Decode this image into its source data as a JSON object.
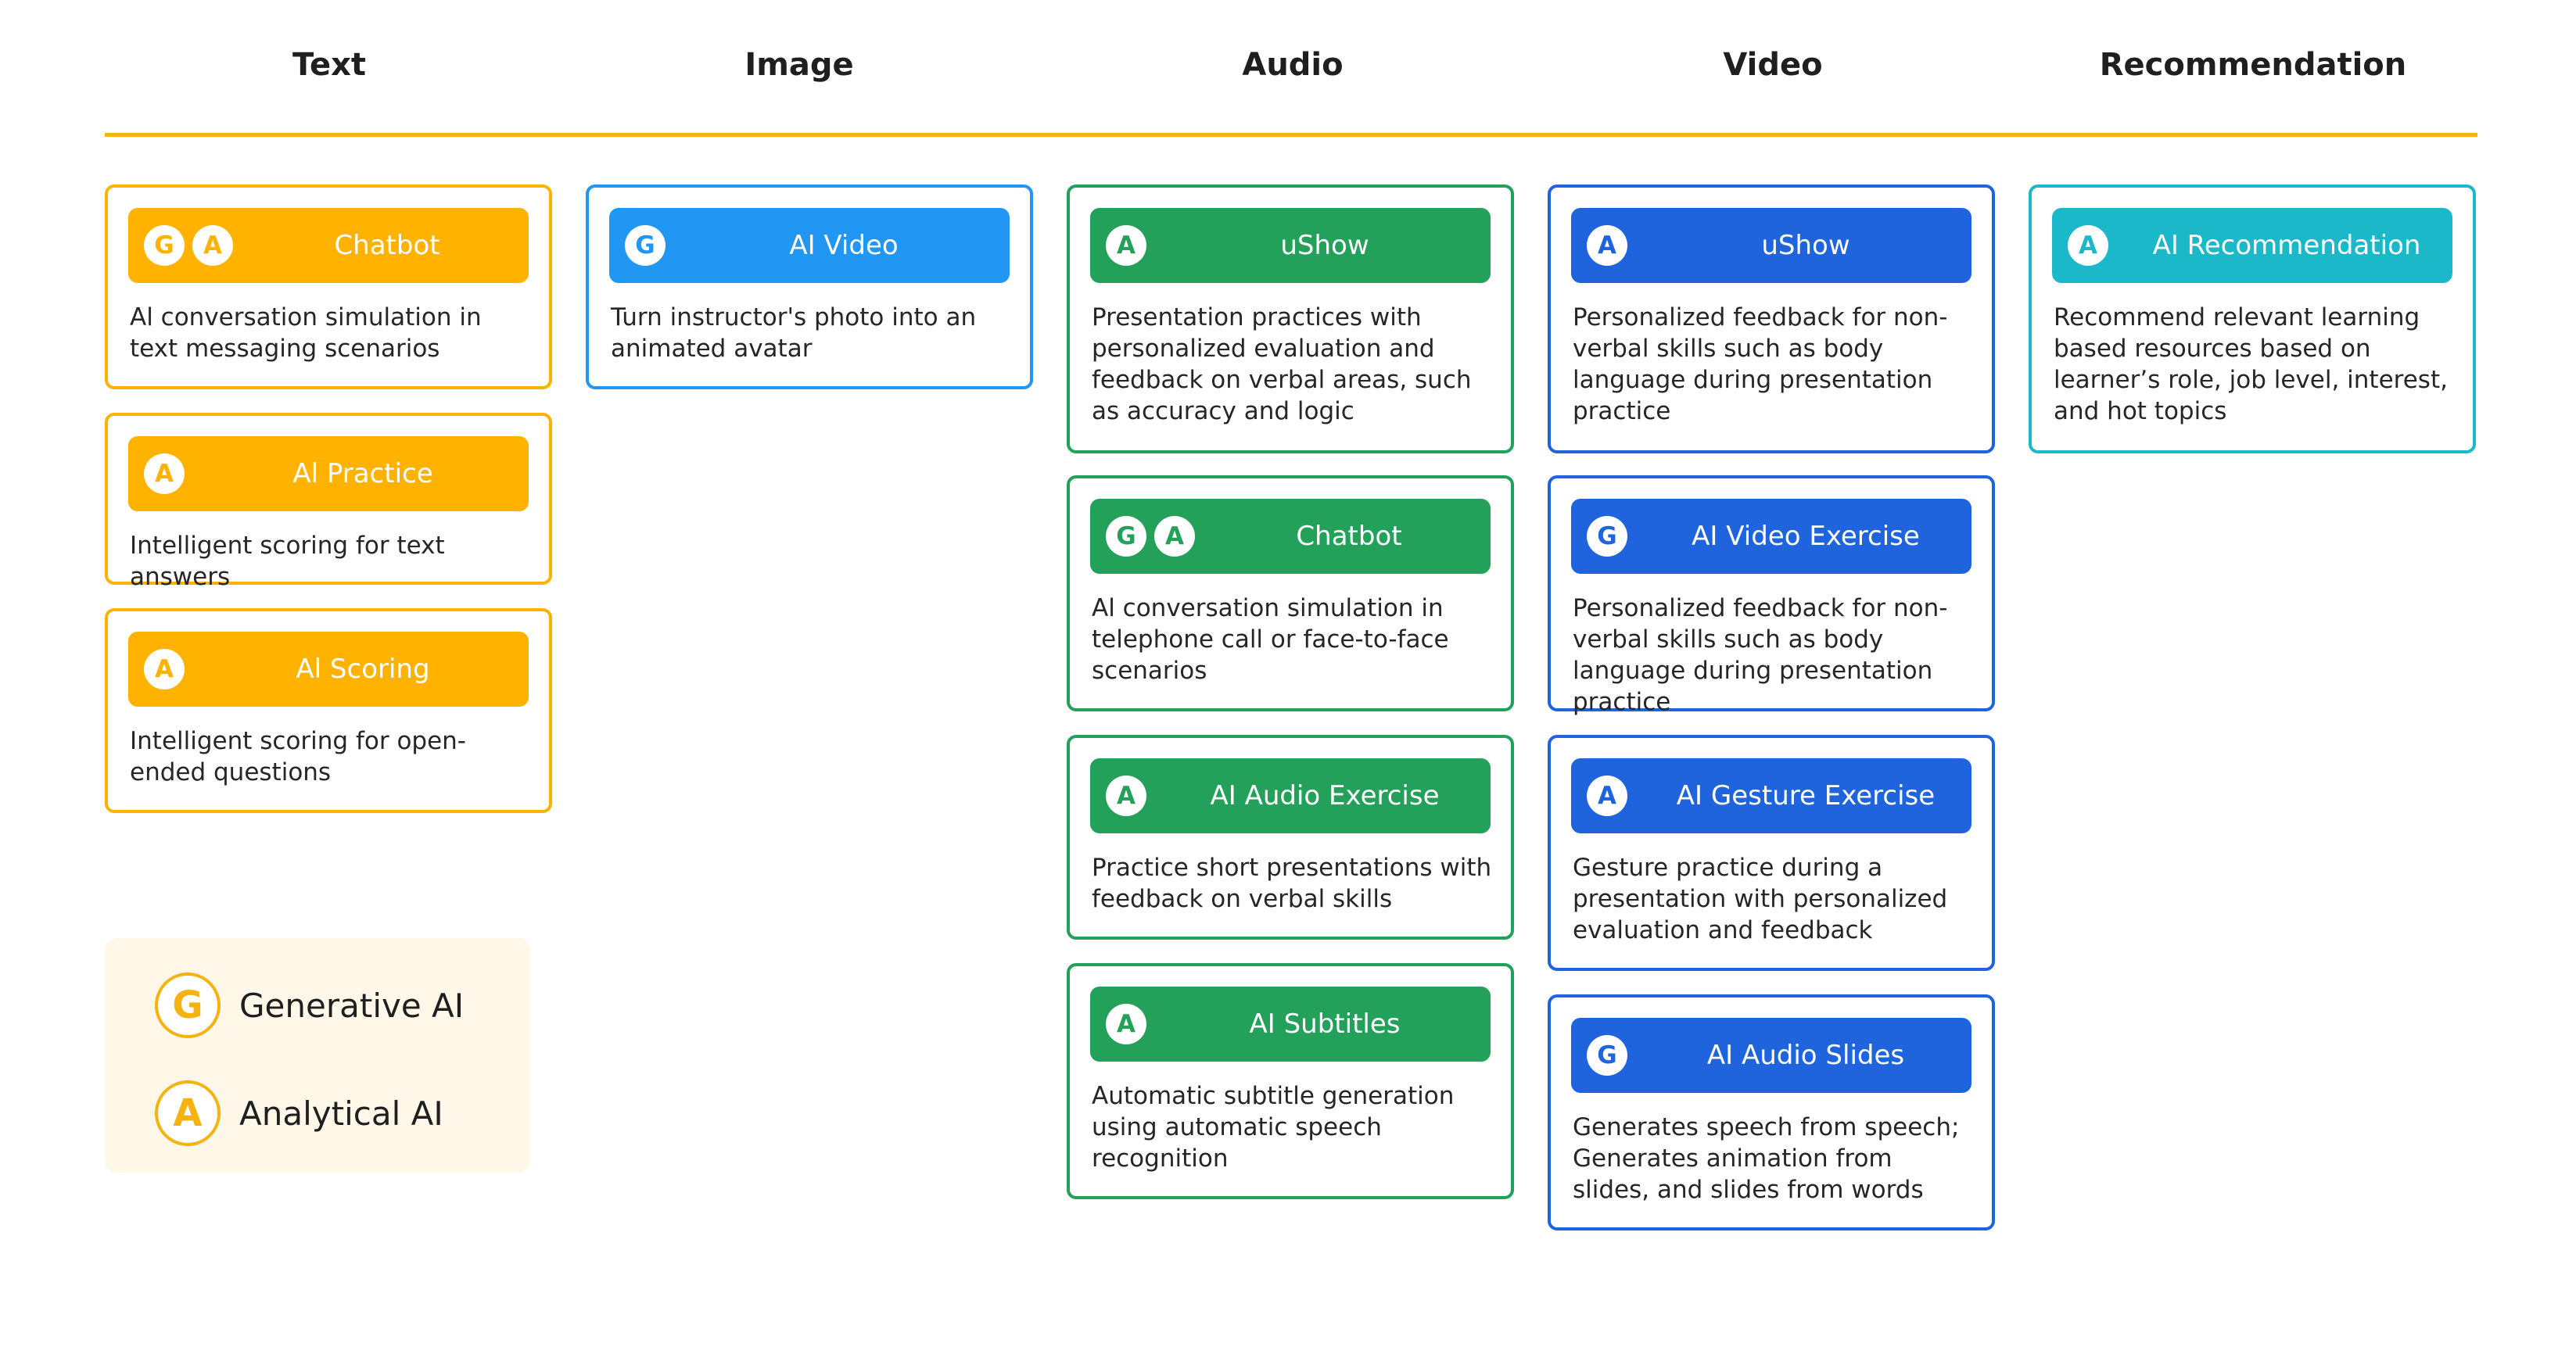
{
  "columns": [
    "Text",
    "Image",
    "Audio",
    "Video",
    "Recommendation"
  ],
  "colors": {
    "text": "#FFB300",
    "image": "#2196F3",
    "audio": "#23A15B",
    "video": "#1F64DC",
    "recommendation": "#1AB8C8",
    "rule": "#F6B20F"
  },
  "cards": [
    {
      "column": "text",
      "badges": [
        "G",
        "A"
      ],
      "title": "Chatbot",
      "desc": "Al conversation simulation in text messaging scenarios"
    },
    {
      "column": "text",
      "badges": [
        "A"
      ],
      "title": "Al Practice",
      "desc": "Intelligent scoring for text answers"
    },
    {
      "column": "text",
      "badges": [
        "A"
      ],
      "title": "Al Scoring",
      "desc": "Intelligent scoring for open-ended questions"
    },
    {
      "column": "image",
      "badges": [
        "G"
      ],
      "title": "AI Video",
      "desc": "Turn instructor's photo into an animated avatar"
    },
    {
      "column": "audio",
      "badges": [
        "A"
      ],
      "title": "uShow",
      "desc": "Presentation practices with personalized evaluation and feedback on verbal areas, such as accuracy and logic"
    },
    {
      "column": "audio",
      "badges": [
        "G",
        "A"
      ],
      "title": "Chatbot",
      "desc": "Al conversation simulation in telephone call or face-to-face scenarios"
    },
    {
      "column": "audio",
      "badges": [
        "A"
      ],
      "title": "AI Audio Exercise",
      "desc": "Practice short presentations with feedback on verbal skills"
    },
    {
      "column": "audio",
      "badges": [
        "A"
      ],
      "title": "AI Subtitles",
      "desc": "Automatic subtitle generation using automatic speech recognition"
    },
    {
      "column": "video",
      "badges": [
        "A"
      ],
      "title": "uShow",
      "desc": "Personalized feedback for non-verbal skills such as body language during presentation practice"
    },
    {
      "column": "video",
      "badges": [
        "G"
      ],
      "title": "AI Video Exercise",
      "desc": "Personalized feedback for non-verbal skills such as body language during presentation practice"
    },
    {
      "column": "video",
      "badges": [
        "A"
      ],
      "title": "AI Gesture Exercise",
      "desc": "Gesture practice during a presentation with personalized evaluation and feedback"
    },
    {
      "column": "video",
      "badges": [
        "G"
      ],
      "title": "AI Audio Slides",
      "desc": "Generates speech from speech; Generates animation from slides, and slides from words"
    },
    {
      "column": "recommendation",
      "badges": [
        "A"
      ],
      "title": "AI Recommendation",
      "desc": "Recommend relevant learning based resources based on learner’s role, job level, interest, and hot topics"
    }
  ],
  "legend": [
    {
      "mark": "G",
      "label": "Generative AI"
    },
    {
      "mark": "A",
      "label": "Analytical AI"
    }
  ]
}
